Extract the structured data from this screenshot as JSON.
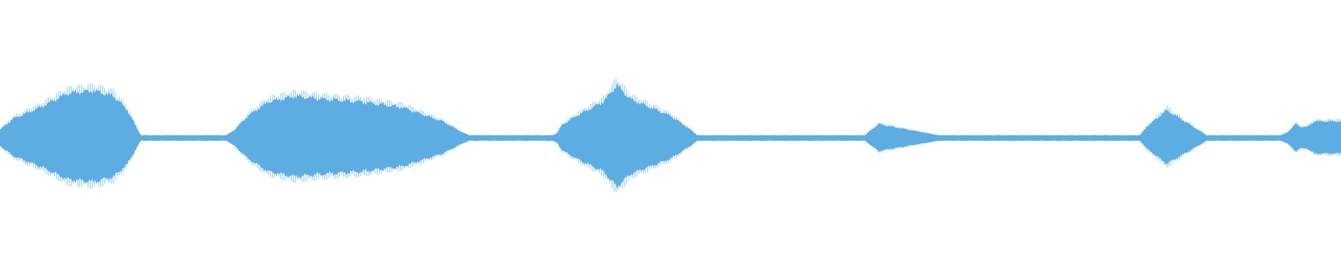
{
  "waveform": {
    "color": "#5dade2",
    "background": "#ffffff",
    "envelope": {
      "x": [
        0.0,
        0.01,
        0.03,
        0.05,
        0.07,
        0.085,
        0.095,
        0.105,
        0.11,
        0.113,
        0.12,
        0.135,
        0.15,
        0.16,
        0.166,
        0.169,
        0.175,
        0.185,
        0.2,
        0.22,
        0.24,
        0.27,
        0.3,
        0.33,
        0.345,
        0.35,
        0.36,
        0.372,
        0.38,
        0.395,
        0.408,
        0.412,
        0.416,
        0.418,
        0.42,
        0.43,
        0.45,
        0.46,
        0.47,
        0.5,
        0.515,
        0.52,
        0.522,
        0.528,
        0.54,
        0.56,
        0.58,
        0.6,
        0.615,
        0.63,
        0.638,
        0.645,
        0.655,
        0.7,
        0.705,
        0.71,
        0.72,
        0.74,
        0.76,
        0.78,
        0.79,
        0.8,
        0.815,
        0.825,
        0.85,
        0.855,
        0.86,
        0.87,
        0.9,
        0.915,
        0.918,
        0.92,
        0.935,
        0.955,
        0.96,
        0.966,
        0.97,
        0.975,
        0.98,
        1.0
      ],
      "amp": [
        0.03,
        0.07,
        0.11,
        0.16,
        0.17,
        0.15,
        0.1,
        0.01,
        0.01,
        0.01,
        0.01,
        0.01,
        0.01,
        0.01,
        0.01,
        0.01,
        0.03,
        0.08,
        0.13,
        0.15,
        0.14,
        0.13,
        0.11,
        0.06,
        0.02,
        0.01,
        0.01,
        0.01,
        0.01,
        0.01,
        0.01,
        0.01,
        0.02,
        0.04,
        0.05,
        0.08,
        0.13,
        0.19,
        0.14,
        0.08,
        0.03,
        0.01,
        0.01,
        0.01,
        0.01,
        0.01,
        0.01,
        0.01,
        0.01,
        0.01,
        0.01,
        0.01,
        0.05,
        0.01,
        0.01,
        0.01,
        0.01,
        0.01,
        0.01,
        0.01,
        0.01,
        0.01,
        0.01,
        0.01,
        0.01,
        0.04,
        0.06,
        0.1,
        0.01,
        0.01,
        0.01,
        0.01,
        0.01,
        0.01,
        0.02,
        0.05,
        0.04,
        0.04,
        0.06,
        0.06
      ]
    }
  }
}
